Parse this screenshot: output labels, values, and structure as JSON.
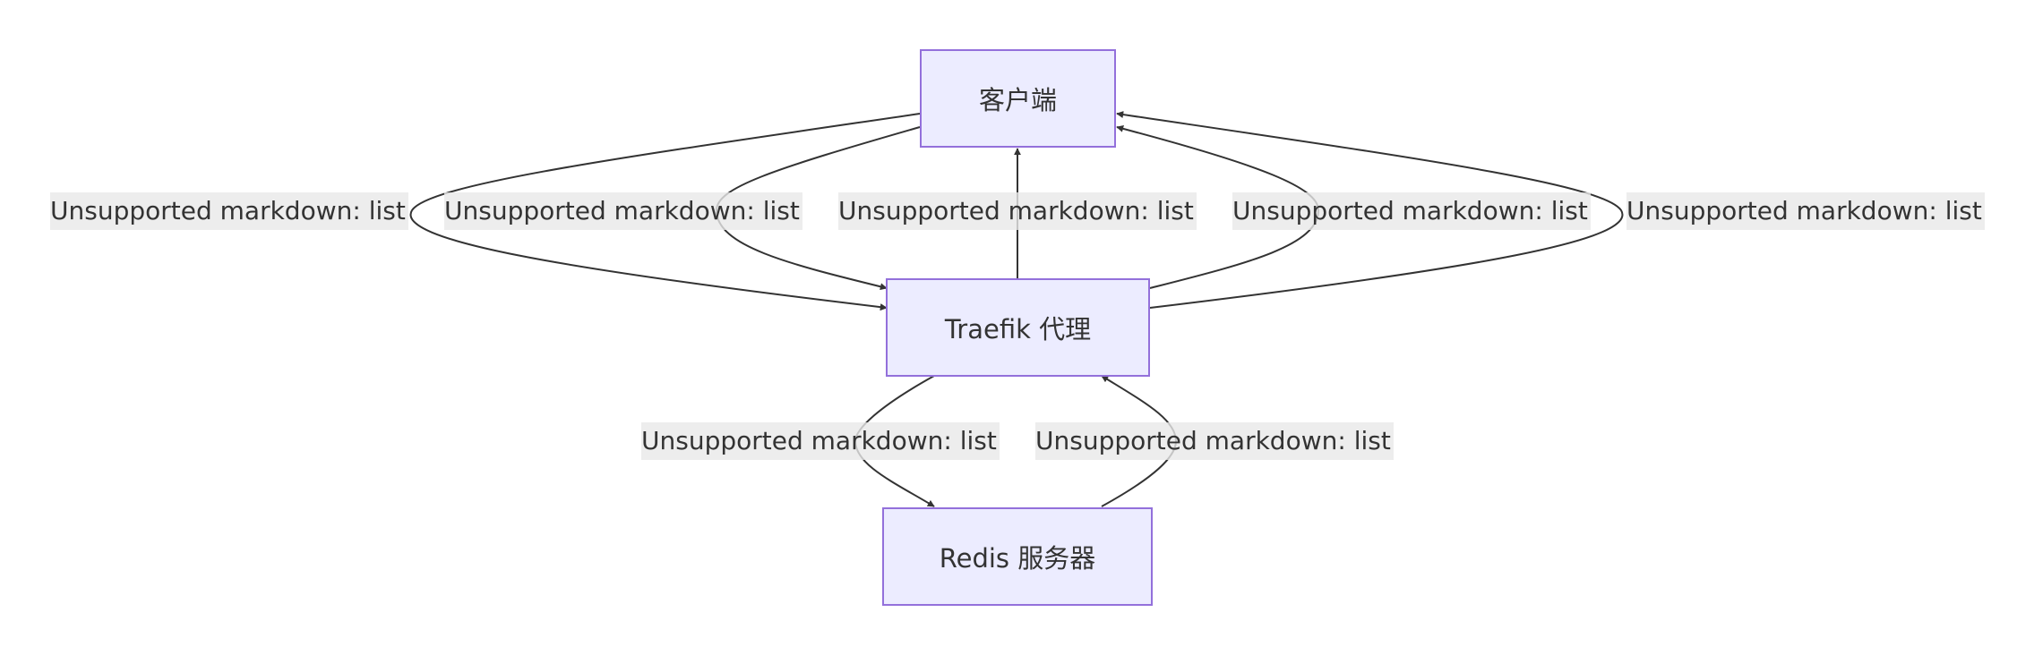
{
  "colors": {
    "node_fill": "#ececff",
    "node_border": "#9370db",
    "edge": "#333333",
    "label_bg": "#e8e8e8",
    "text": "#333333"
  },
  "nodes": {
    "client": "客户端",
    "traefik": "Traefik 代理",
    "redis": "Redis 服务器"
  },
  "edge_labels": {
    "client_traefik_outer_left": "Unsupported markdown: list",
    "client_traefik_inner_left": "Unsupported markdown: list",
    "traefik_client_center": "Unsupported markdown: list",
    "traefik_client_inner_right": "Unsupported markdown: list",
    "traefik_client_outer_right": "Unsupported markdown: list",
    "traefik_redis": "Unsupported markdown: list",
    "redis_traefik": "Unsupported markdown: list"
  }
}
